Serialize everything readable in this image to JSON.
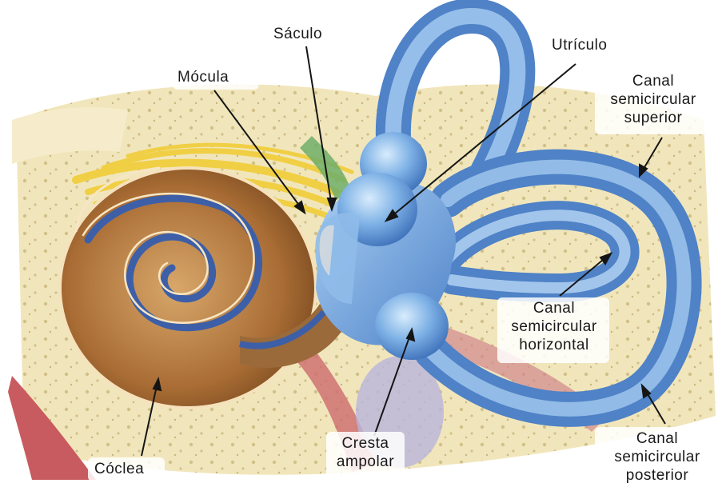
{
  "labels": {
    "saculo": "Sáculo",
    "macula": "Mócula",
    "utriculo": "Utrículo",
    "canal_superior": [
      "Canal",
      "semicircular",
      "superior"
    ],
    "canal_horizontal": [
      "Canal",
      "semicircular",
      "horizontal"
    ],
    "canal_posterior": [
      "Canal",
      "semicircular",
      "posterior"
    ],
    "coclea": "Cóclea",
    "cresta_ampolar": [
      "Cresta",
      "ampolar"
    ]
  },
  "colors": {
    "bone": "#efe3b4",
    "bone_dots": "#b59c5d",
    "labyrinth_blue": "#6fa3de",
    "labyrinth_highlight": "#c9e1f8",
    "cochlea_brown": "#b07840",
    "cochlea_dark": "#6d4420",
    "cochlea_duct": "#3d5fa8",
    "nerve_yellow": "#f2d34b",
    "vessel_red": "#c4545a",
    "leader_line": "#151515"
  }
}
